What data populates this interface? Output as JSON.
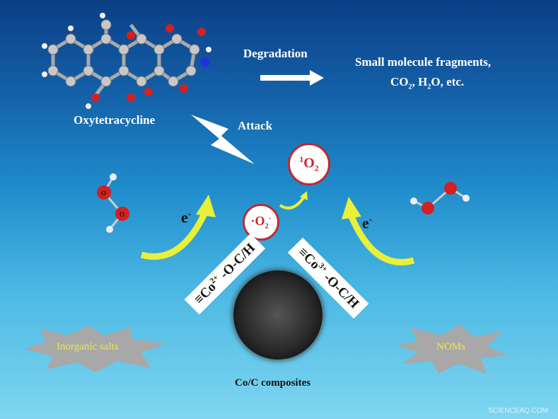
{
  "molecule_name": "Oxytetracycline",
  "degradation_label": "Degradation",
  "products_line1": "Small molecule fragments,",
  "products_line2": {
    "a": "CO",
    "a_sub": "2",
    "b": ", H",
    "b_sub": "2",
    "c": "O, etc."
  },
  "attack_label": "Attack",
  "singlet_oxygen": {
    "sup": "1",
    "o": "O",
    "sub": "2"
  },
  "superoxide": {
    "dot": "·",
    "o": "O",
    "sub": "2",
    "sup": "-"
  },
  "electron_left": {
    "e": "e",
    "sup": "-"
  },
  "electron_right": {
    "e": "e",
    "sup": "-"
  },
  "h2o2_atoms": {
    "o": "O",
    "h": "H"
  },
  "site_left": {
    "pre": "≡Co",
    "sup": "2+",
    "post": " -O-C/H"
  },
  "site_right": {
    "pre": "≡Co",
    "sup": "3+",
    "post": " -O-C/H"
  },
  "interferent_left": "Inorganic salts",
  "interferent_right": "NOMs",
  "composite_label": "Co/C composites",
  "watermark": "SCIENCEAQ.COM",
  "colors": {
    "radical_border": "#c0282e",
    "arrow_yellow": "#e8f03a",
    "starburst_gray": "#a8a8a8",
    "starburst_text": "#f5e642"
  }
}
